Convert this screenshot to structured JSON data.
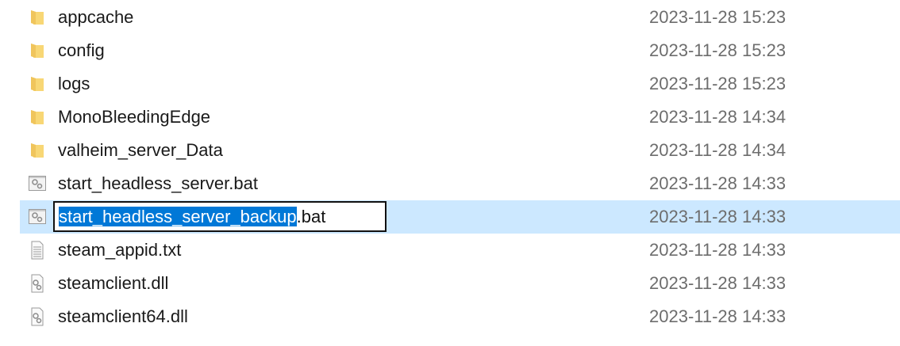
{
  "files": [
    {
      "name": "appcache",
      "type": "folder",
      "date": "2023-11-28 15:23"
    },
    {
      "name": "config",
      "type": "folder",
      "date": "2023-11-28 15:23"
    },
    {
      "name": "logs",
      "type": "folder",
      "date": "2023-11-28 15:23"
    },
    {
      "name": "MonoBleedingEdge",
      "type": "folder",
      "date": "2023-11-28 14:34"
    },
    {
      "name": "valheim_server_Data",
      "type": "folder",
      "date": "2023-11-28 14:34"
    },
    {
      "name": "start_headless_server.bat",
      "type": "bat",
      "date": "2023-11-28 14:33"
    },
    {
      "name": "start_headless_server_backup.bat",
      "type": "bat",
      "date": "2023-11-28 14:33",
      "selected": true,
      "rename_selected": "start_headless_server_backup",
      "rename_rest": ".bat"
    },
    {
      "name": "steam_appid.txt",
      "type": "txt",
      "date": "2023-11-28 14:33"
    },
    {
      "name": "steamclient.dll",
      "type": "dll",
      "date": "2023-11-28 14:33"
    },
    {
      "name": "steamclient64.dll",
      "type": "dll",
      "date": "2023-11-28 14:33"
    }
  ],
  "colors": {
    "selection_row": "#cce8ff",
    "text_highlight": "#0078d7",
    "folder": "#f8d775"
  }
}
